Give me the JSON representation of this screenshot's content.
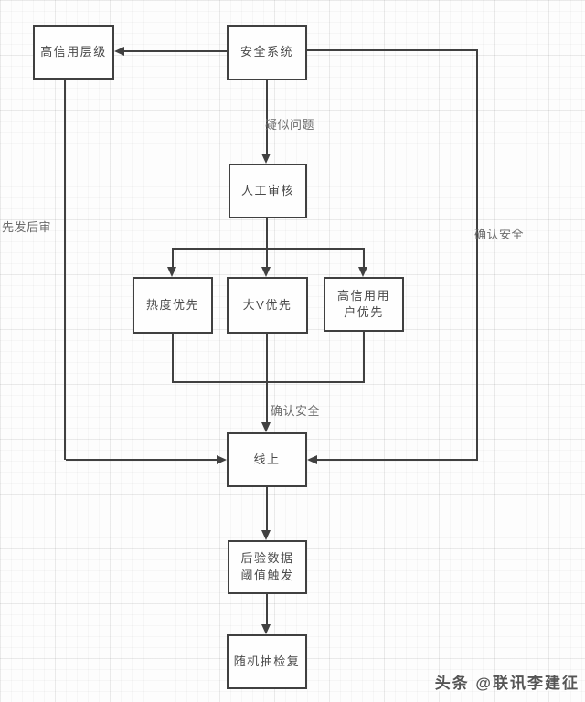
{
  "diagram": {
    "nodes": {
      "high_credit_level": {
        "label": "高信用层级"
      },
      "security_system": {
        "label": "安全系统"
      },
      "manual_review": {
        "label": "人工审核"
      },
      "heat_priority": {
        "label": "热度优先"
      },
      "big_v_priority": {
        "label": "大V优先"
      },
      "high_credit_user_priority": {
        "label": "高信用用户优先"
      },
      "online": {
        "label": "线上"
      },
      "posterior_data_threshold": {
        "label": "后验数据阈值触发"
      },
      "random_sampling_recheck": {
        "label": "随机抽检复"
      }
    },
    "edge_labels": {
      "suspected_problem": "疑似问题",
      "publish_first_review_later": "先发后审",
      "confirm_safe_right": "确认安全",
      "confirm_safe_center": "确认安全"
    },
    "colors": {
      "line": "#404040",
      "node_text": "#4a4a4a",
      "edge_label_text": "#6b6b6b",
      "background": "#fdfdfd"
    }
  },
  "watermark": {
    "text": "头条 @联讯李建征"
  }
}
